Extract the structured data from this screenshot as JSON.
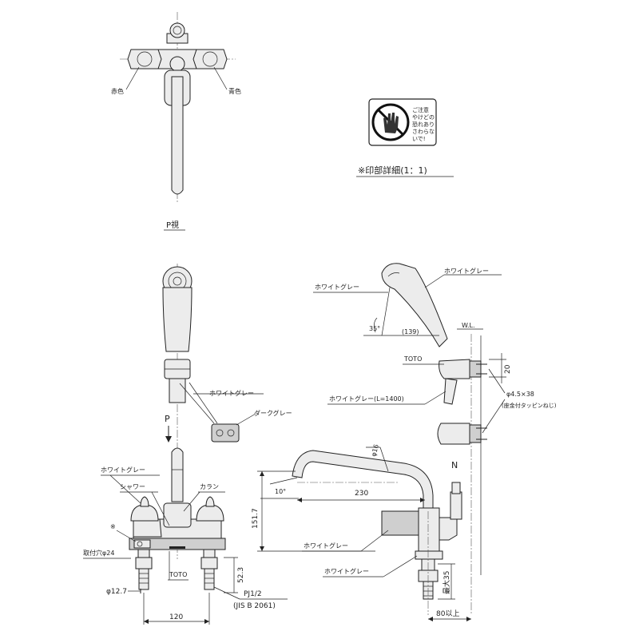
{
  "top_view": {
    "red_label": "赤色",
    "blue_label": "青色",
    "view_label": "P視"
  },
  "caution_label": {
    "lines": [
      "ご注意",
      "やけどの",
      "恐れあり",
      "さわらな",
      "いで!"
    ],
    "caption": "※印部詳細(1：1)"
  },
  "front_view": {
    "white_gray_1": "ホワイトグレー",
    "dark_gray": "ダークグレー",
    "p_label": "P",
    "white_gray_2": "ホワイトグレー",
    "shower": "シャワー",
    "collar": "カラン",
    "mark": "※",
    "mount_hole": "取付穴φ24",
    "toto": "TOTO",
    "dim_127": "φ12.7",
    "dim_523": "52.3",
    "pj": "PJ1/2",
    "jis": "(JIS B 2061)",
    "dim_120": "120"
  },
  "side_view": {
    "white_gray_top": "ホワイトグレー",
    "white_gray_left": "ホワイトグレー",
    "angle_35": "35°",
    "dim_139": "(139)",
    "wl": "W.L.",
    "toto": "TOTO",
    "dim_20": "20",
    "hose": "ホワイトグレー(L=1400)",
    "screw": "φ4.5×38",
    "screw_note": "(座金付タッピンねじ)",
    "dim_16": "φ16",
    "angle_10": "10°",
    "dim_230": "230",
    "dim_1517": "151.7",
    "white_gray_3": "ホワイトグレー",
    "white_gray_4": "ホワイトグレー",
    "max35": "最大35",
    "dim_80": "80以上",
    "n_label": "N"
  }
}
